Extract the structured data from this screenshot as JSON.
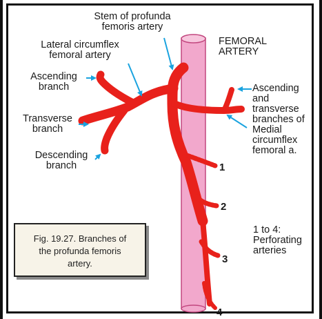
{
  "labels": {
    "stem_of_profunda": [
      "Stem of profunda",
      "femoris artery"
    ],
    "femoral_artery": [
      "FEMORAL",
      "ARTERY"
    ],
    "lateral_circumflex": [
      "Lateral circumflex",
      "femoral artery"
    ],
    "ascending_branch": [
      "Ascending",
      "branch"
    ],
    "transverse_branch": [
      "Transverse",
      "branch"
    ],
    "descending_branch": [
      "Descending",
      "branch"
    ],
    "medial_branches": [
      "Ascending",
      "and",
      "transverse",
      "branches of",
      "Medial",
      "circumflex",
      "femoral a."
    ],
    "perforating_numbers": [
      "1",
      "2",
      "3",
      "4"
    ],
    "perforating_legend": [
      "1 to 4:",
      "Perforating",
      "arteries"
    ]
  },
  "caption": [
    "Fig. 19.27. Branches of",
    "the profunda femoris",
    "artery."
  ],
  "colors": {
    "artery": "#e8211b",
    "femoral_fill": "#f2a8cc",
    "femoral_stroke": "#c2477f",
    "pointer": "#1aa3df",
    "caption_bg": "#f7f3e8"
  }
}
